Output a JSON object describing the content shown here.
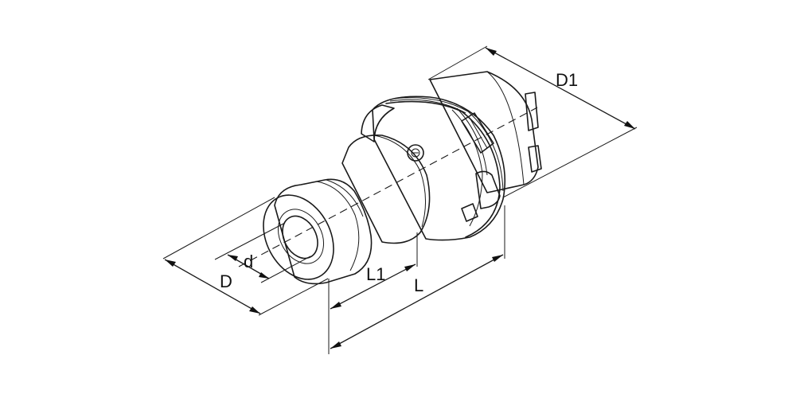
{
  "dimensions": {
    "D1": "D1",
    "D": "D",
    "d": "d",
    "L1": "L1",
    "L": "L"
  }
}
